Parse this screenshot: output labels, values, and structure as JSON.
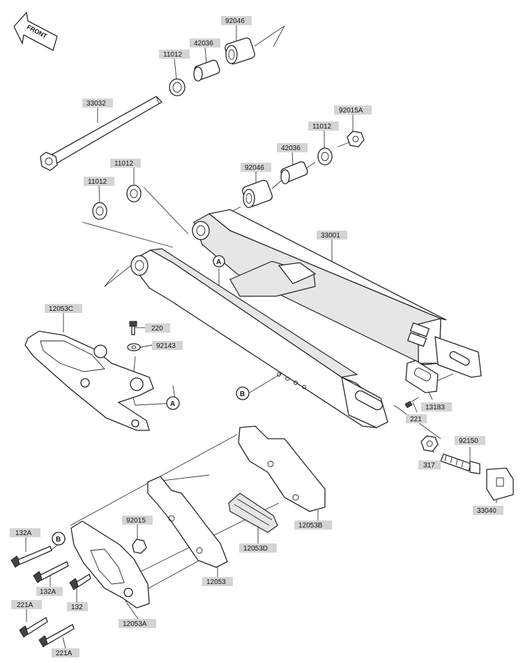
{
  "diagram": {
    "front_indicator": "FRONT",
    "callouts": {
      "a": "A",
      "b": "B"
    },
    "part_numbers": {
      "p92046_top": "92046",
      "p42036_top": "42036",
      "p11012_top": "11012",
      "p33032": "33032",
      "p92015a": "92015A",
      "p11012_mid": "11012",
      "p42036_mid": "42036",
      "p92046_mid": "92046",
      "p11012_left_upper": "11012",
      "p11012_left_lower": "11012",
      "p33001": "33001",
      "p12053c": "12053C",
      "p220": "220",
      "p92143": "92143",
      "p13183": "13183",
      "p221": "221",
      "p92150": "92150",
      "p317": "317",
      "p33040": "33040",
      "p12053b": "12053B",
      "p12053d": "12053D",
      "p12053": "12053",
      "p92015": "92015",
      "p132a_top": "132A",
      "p132a_bottom": "132A",
      "p132": "132",
      "p221a_top": "221A",
      "p12053a": "12053A",
      "p221a_bottom": "221A"
    }
  }
}
